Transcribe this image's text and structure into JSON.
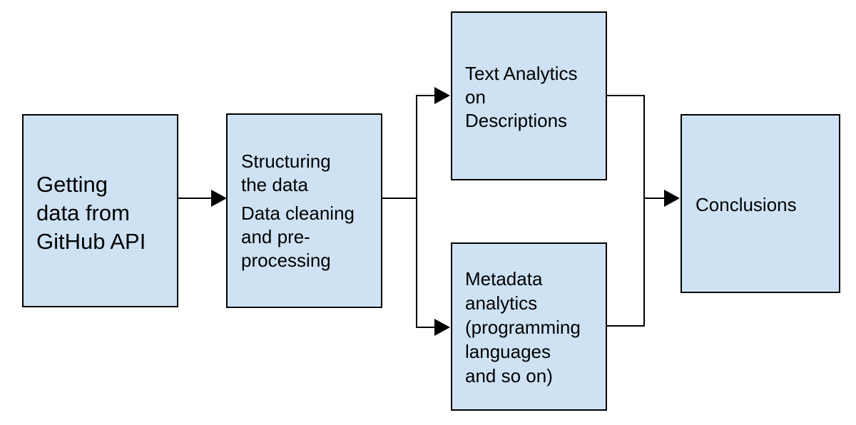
{
  "diagram": {
    "nodes": [
      {
        "id": "getting-data",
        "lines": [
          "Getting",
          "data from",
          "GitHub API"
        ]
      },
      {
        "id": "structuring",
        "lines": [
          "Structuring",
          "the data",
          "Data cleaning",
          "and pre-",
          "processing"
        ]
      },
      {
        "id": "text-analytics",
        "lines": [
          "Text Analytics",
          "on",
          "Descriptions"
        ]
      },
      {
        "id": "metadata-analytics",
        "lines": [
          "Metadata",
          "analytics",
          "(programming",
          "languages",
          "and so on)"
        ]
      },
      {
        "id": "conclusions",
        "lines": [
          "Conclusions"
        ]
      }
    ],
    "edges": [
      {
        "from": "getting-data",
        "to": "structuring"
      },
      {
        "from": "structuring",
        "to": "text-analytics"
      },
      {
        "from": "structuring",
        "to": "metadata-analytics"
      },
      {
        "from": "text-analytics",
        "to": "conclusions"
      },
      {
        "from": "metadata-analytics",
        "to": "conclusions"
      }
    ],
    "colors": {
      "box_fill": "#cfe2f3",
      "stroke": "#000000"
    }
  }
}
